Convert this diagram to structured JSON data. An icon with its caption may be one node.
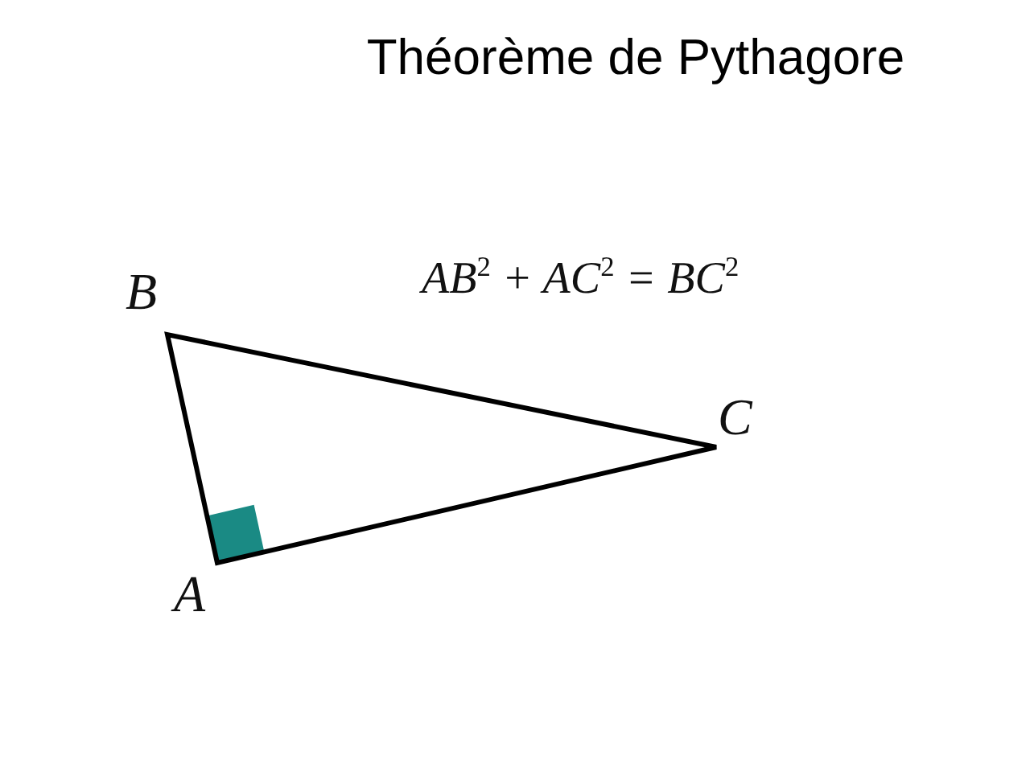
{
  "diagram": {
    "title": "Théorème de Pythagore",
    "labels": [
      "B",
      "AB$^{2}$ + AC$^{2}$ = BC$^{2}$",
      "C",
      "A"
    ]
  }
}
